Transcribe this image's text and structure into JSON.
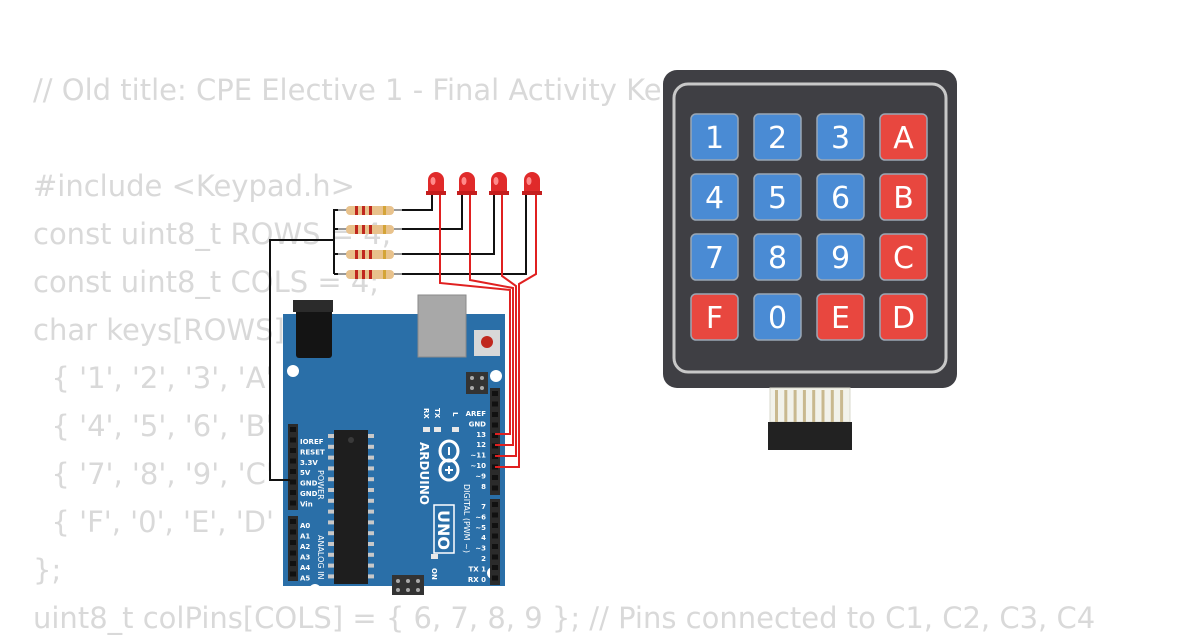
{
  "code_lines": [
    "// Old title: CPE Elective 1 - Final Activity Ke",
    "",
    "#include <Keypad.h>",
    "const uint8_t ROWS = 4;",
    "const uint8_t COLS = 4;",
    "char keys[ROWS][COLS] = {",
    "  { '1', '2', '3', 'A' },",
    "  { '4', '5', '6', 'B' },",
    "  { '7', '8', '9', 'C' },",
    "  { 'F', '0', 'E', 'D' }",
    "};",
    "uint8_t colPins[COLS] = { 6, 7, 8, 9 }; // Pins connected to C1, C2, C3, C4"
  ],
  "keypad": {
    "keys": [
      [
        "1",
        "2",
        "3",
        "A"
      ],
      [
        "4",
        "5",
        "6",
        "B"
      ],
      [
        "7",
        "8",
        "9",
        "C"
      ],
      [
        "F",
        "0",
        "E",
        "D"
      ]
    ],
    "colors": {
      "blue": "#4a8bd4",
      "red": "#e8473f",
      "body": "#3f3f44",
      "frame": "#c8c8c8"
    }
  },
  "arduino": {
    "brand": "ARDUINO",
    "model": "UNO",
    "digital_label": "DIGITAL (PWM ~)",
    "power_label": "POWER",
    "analog_label": "ANALOG IN",
    "on_label": "ON",
    "tx_label": "TX",
    "rx_label": "RX",
    "l_label": "L",
    "power_pins": [
      "IOREF",
      "RESET",
      "3.3V",
      "5V",
      "GND",
      "GND",
      "Vin"
    ],
    "analog_pins": [
      "A0",
      "A1",
      "A2",
      "A3",
      "A4",
      "A5"
    ],
    "digital_pins_top": [
      "AREF",
      "GND",
      "13",
      "12",
      "~11",
      "~10",
      "~9",
      "8"
    ],
    "digital_pins_bottom": [
      "7",
      "~6",
      "~5",
      "4",
      "~3",
      "2",
      "TX 1",
      "RX 0"
    ],
    "colors": {
      "board": "#2a6fa8",
      "wire_red": "#e02020",
      "wire_black": "#111111"
    }
  }
}
